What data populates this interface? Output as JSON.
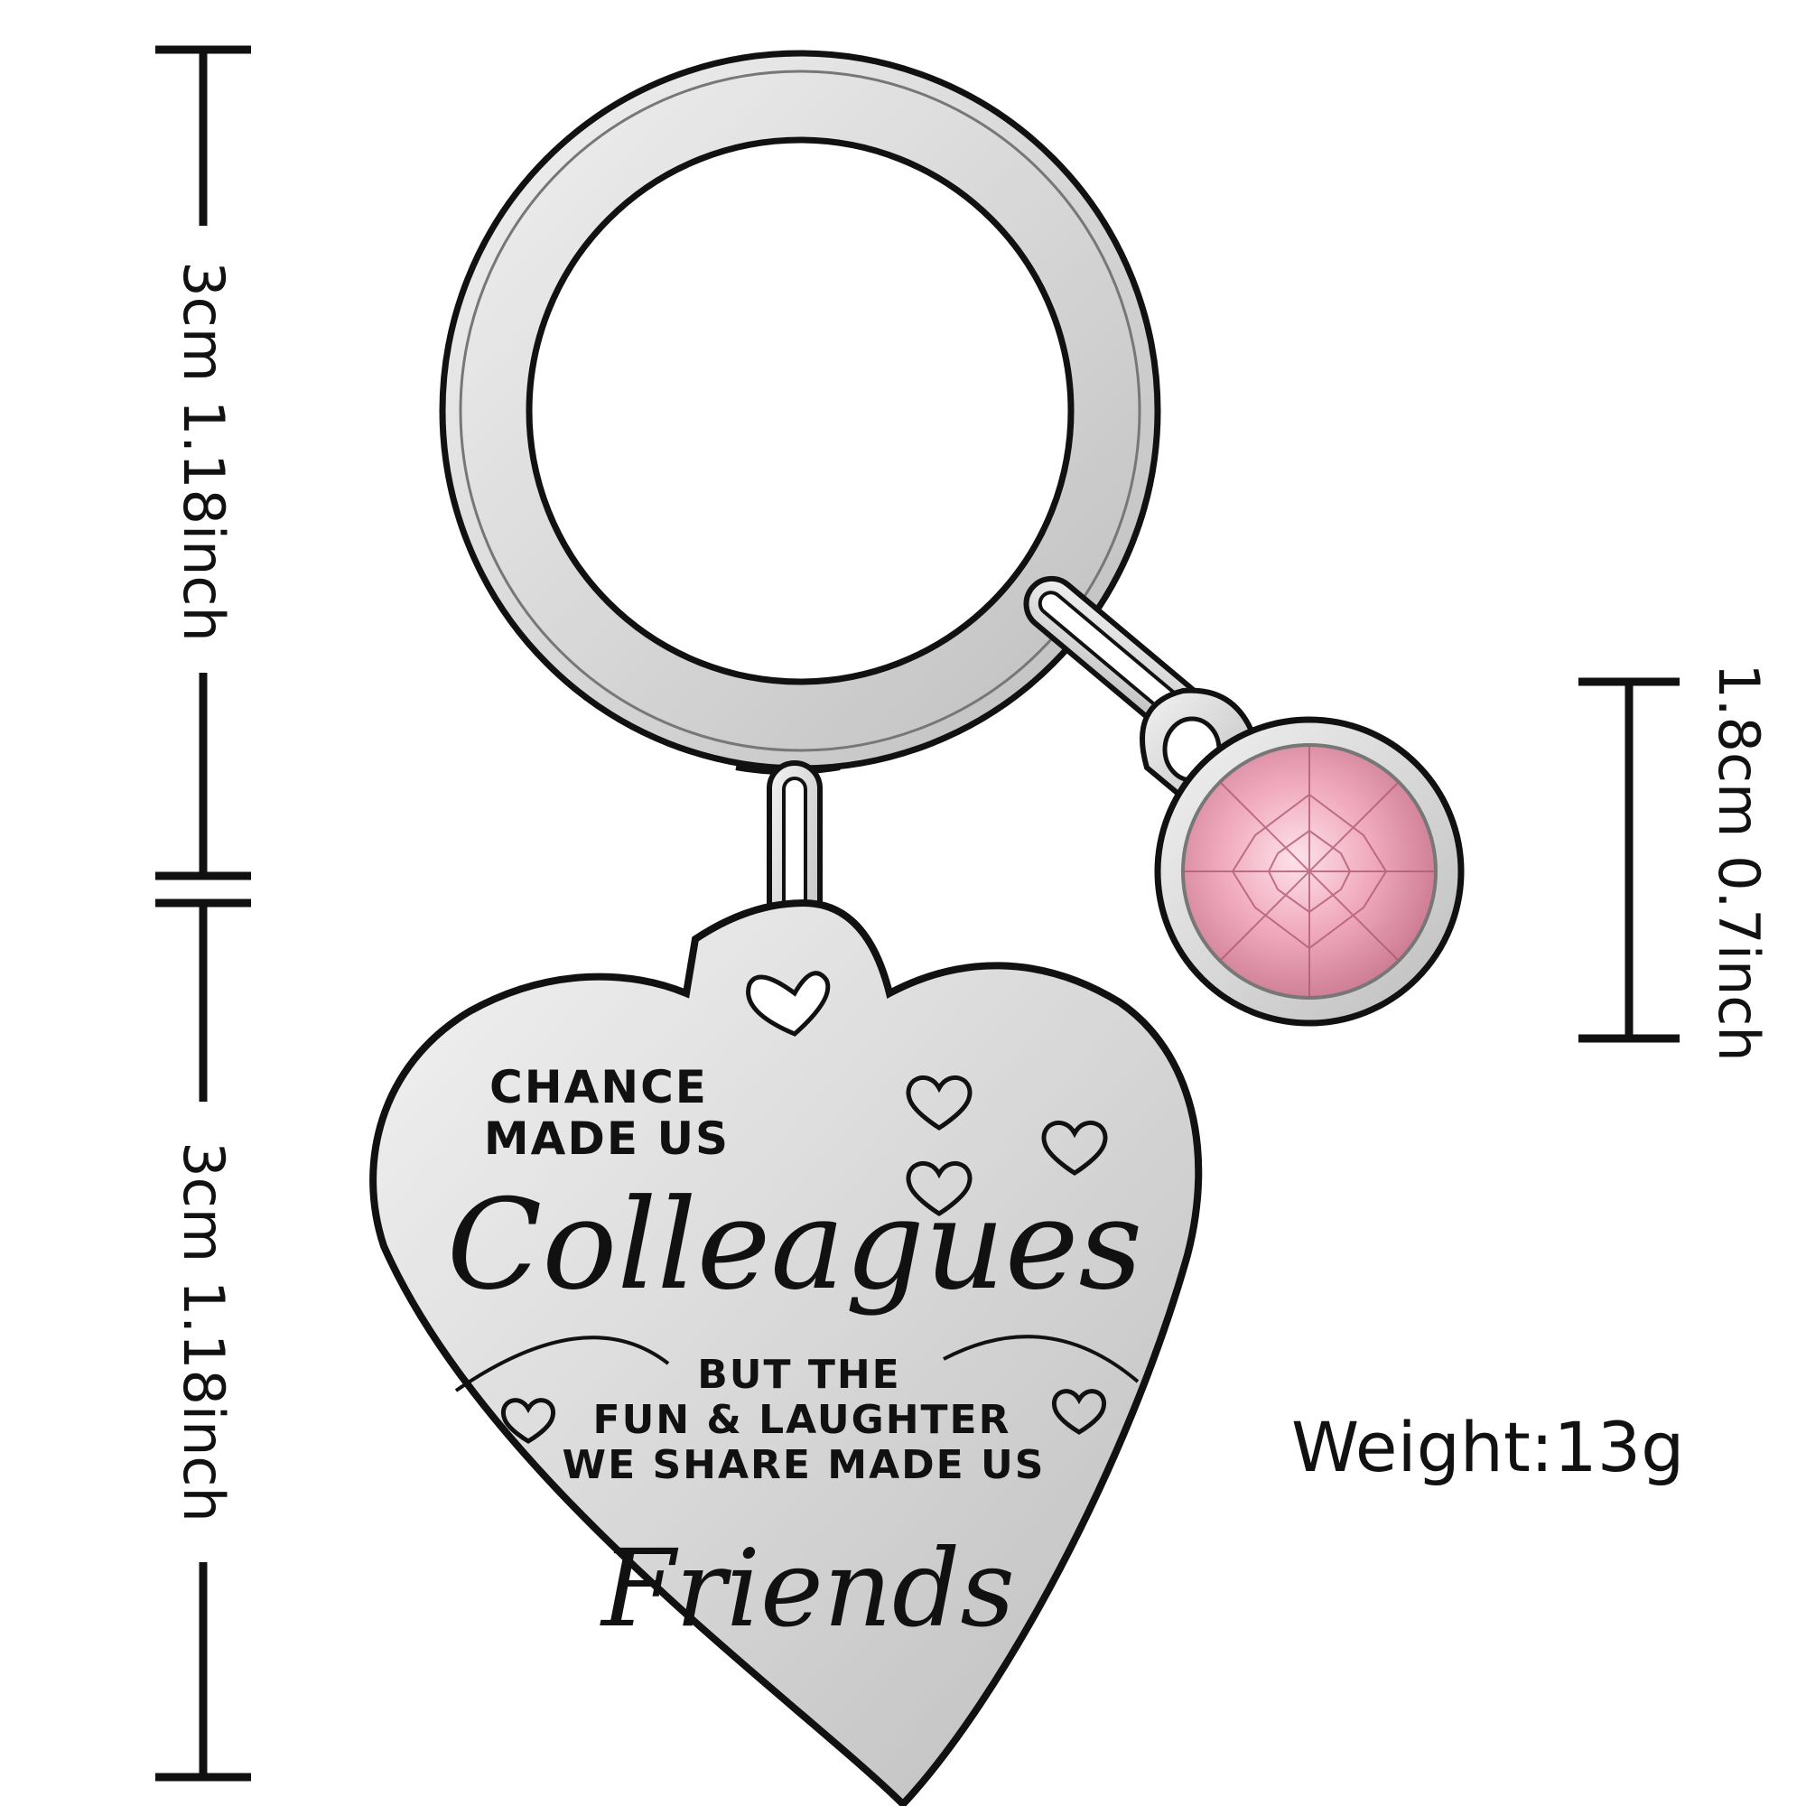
{
  "dimensions": {
    "ring_height": "3cm 1.18inch",
    "pendant_height": "3cm 1.18inch",
    "charm_height": "1.8cm 0.7inch"
  },
  "weight": "Weight:13g",
  "engraving": {
    "line1": "CHANCE",
    "line2": "MADE US",
    "script1": "Colleagues",
    "line3": "BUT THE",
    "line4": "FUN & LAUGHTER",
    "line5": "WE SHARE MADE US",
    "script2": "Friends"
  },
  "colors": {
    "metal": "#d9d9d9",
    "outline": "#111111",
    "gem": "#f3b5c6",
    "background": "#ffffff"
  }
}
